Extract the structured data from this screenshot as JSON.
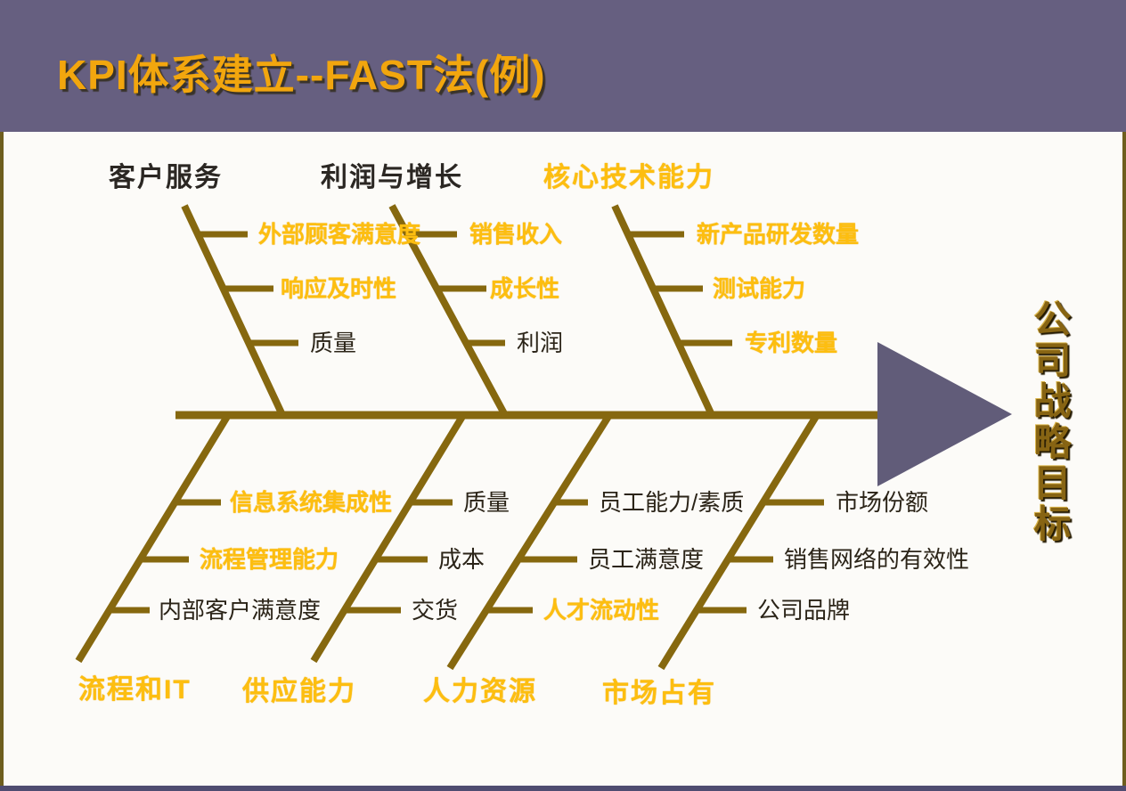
{
  "slide": {
    "title": "KPI体系建立--FAST法(例)",
    "goal_text": "公司战略目标"
  },
  "colors": {
    "background_purple": "#665F80",
    "canvas_white": "#FCFBF8",
    "bone_gold": "#86680F",
    "highlight_yellow": "#FDBE10",
    "text_dark": "#2B2418",
    "title_gold": "#F2A60E",
    "arrow_purple": "#615C79",
    "goal_gold": "#876413"
  },
  "fishbone": {
    "top_branches": [
      {
        "category": "客户服务",
        "category_color": "dark",
        "items": [
          {
            "text": "外部顾客满意度",
            "color": "yellow"
          },
          {
            "text": "响应及时性",
            "color": "yellow"
          },
          {
            "text": "质量",
            "color": "dark"
          }
        ]
      },
      {
        "category": "利润与增长",
        "category_color": "dark",
        "items": [
          {
            "text": "销售收入",
            "color": "yellow"
          },
          {
            "text": "成长性",
            "color": "yellow"
          },
          {
            "text": "利润",
            "color": "dark"
          }
        ]
      },
      {
        "category": "核心技术能力",
        "category_color": "yellow",
        "items": [
          {
            "text": "新产品研发数量",
            "color": "yellow"
          },
          {
            "text": "测试能力",
            "color": "yellow"
          },
          {
            "text": "专利数量",
            "color": "yellow"
          }
        ]
      }
    ],
    "bottom_branches": [
      {
        "category": "流程和IT",
        "category_color": "yellow",
        "items": [
          {
            "text": "信息系统集成性",
            "color": "yellow"
          },
          {
            "text": "流程管理能力",
            "color": "yellow"
          },
          {
            "text": "内部客户满意度",
            "color": "dark"
          }
        ]
      },
      {
        "category": "供应能力",
        "category_color": "yellow",
        "items": [
          {
            "text": "质量",
            "color": "dark"
          },
          {
            "text": "成本",
            "color": "dark"
          },
          {
            "text": "交货",
            "color": "dark"
          }
        ]
      },
      {
        "category": "人力资源",
        "category_color": "yellow",
        "items": [
          {
            "text": "员工能力/素质",
            "color": "dark"
          },
          {
            "text": "员工满意度",
            "color": "dark"
          },
          {
            "text": "人才流动性",
            "color": "yellow"
          }
        ]
      },
      {
        "category": "市场占有",
        "category_color": "yellow",
        "items": [
          {
            "text": "市场份额",
            "color": "dark"
          },
          {
            "text": "销售网络的有效性",
            "color": "dark"
          },
          {
            "text": "公司品牌",
            "color": "dark"
          }
        ]
      }
    ]
  }
}
